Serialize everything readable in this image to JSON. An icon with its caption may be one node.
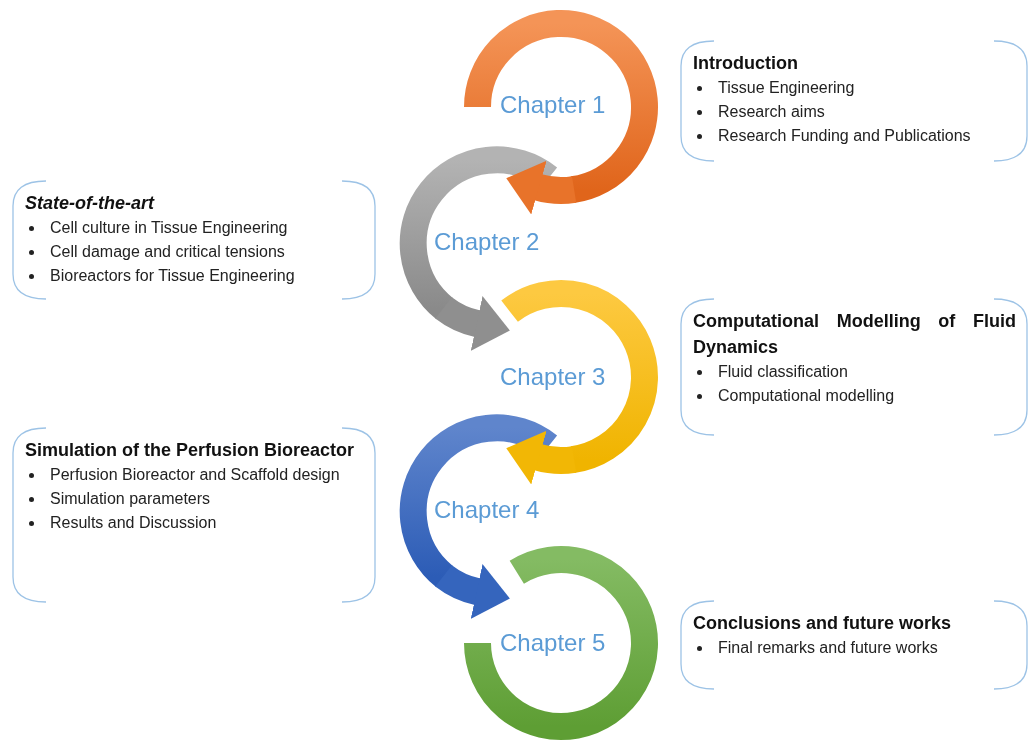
{
  "diagram": {
    "nodes": [
      {
        "text": [
          "Chapter 1"
        ]
      },
      {
        "text": [
          "Chapter 2"
        ]
      },
      {
        "text": [
          "Chapter 3"
        ]
      },
      {
        "text": [
          "Chapter 4"
        ]
      },
      {
        "text": [
          "Chapter 5"
        ]
      },
      {
        "text": [
          "Introduction",
          "Tissue Engineering",
          "Research aims",
          "Research Funding and Publications"
        ]
      },
      {
        "text": [
          "State-of-the-art",
          "Cell culture in Tissue Engineering",
          "Cell damage and critical tensions",
          "Bioreactors for Tissue Engineering"
        ]
      },
      {
        "text": [
          "Computational Modelling of Fluid Dynamics",
          "Fluid classification",
          "Computational modelling"
        ]
      },
      {
        "text": [
          "Simulation of the Perfusion Bioreactor",
          "Perfusion Bioreactor and Scaffold design",
          "Simulation parameters",
          "Results and Discussion"
        ]
      },
      {
        "text": [
          "Conclusions and future works",
          "Final remarks and future works"
        ]
      }
    ],
    "edges": [
      {
        "from": 0,
        "to": 1,
        "arrow": "to",
        "color": "#e8732a"
      },
      {
        "from": 1,
        "to": 2,
        "arrow": "to",
        "color": "#8f8f8f"
      },
      {
        "from": 2,
        "to": 3,
        "arrow": "to",
        "color": "#f2b705"
      },
      {
        "from": 3,
        "to": 4,
        "arrow": "to",
        "color": "#3565bd"
      }
    ]
  }
}
